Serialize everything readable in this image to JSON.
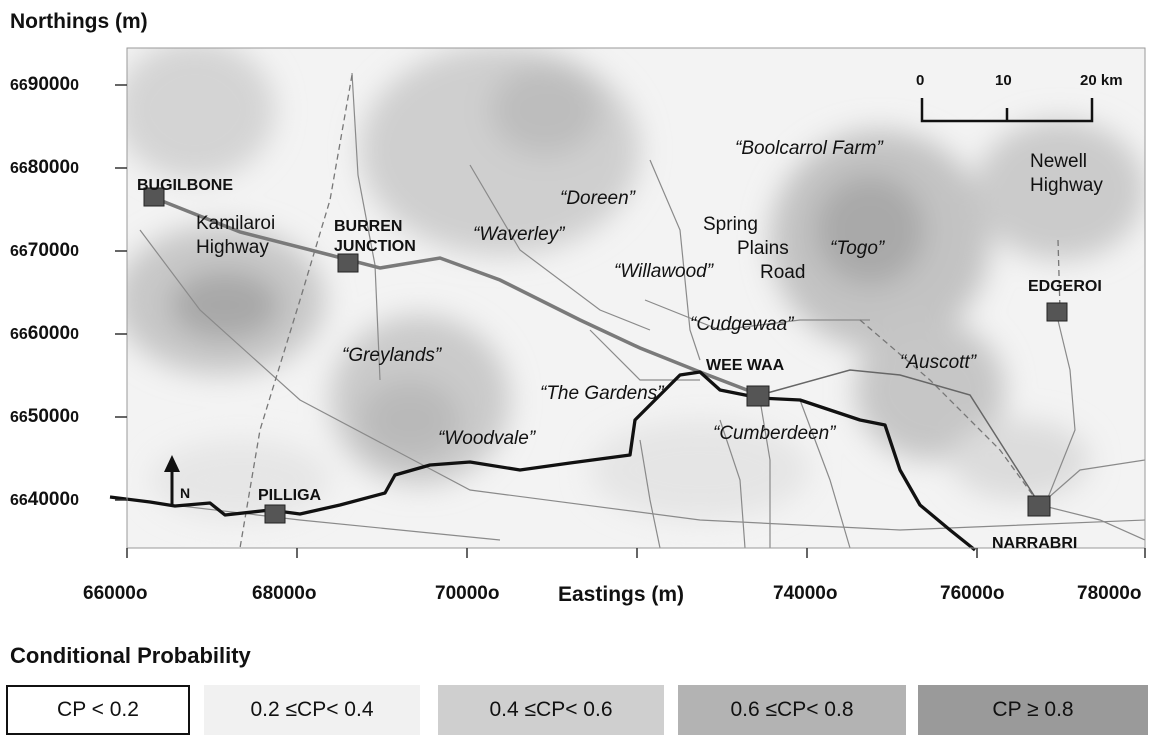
{
  "axes": {
    "y_title": "Northings (m)",
    "x_title": "Eastings (m)",
    "y_ticks": [
      {
        "pre": "66",
        "main": "9000",
        "post": "0"
      },
      {
        "pre": "66",
        "main": "8000",
        "post": "0"
      },
      {
        "pre": "66",
        "main": "7000",
        "post": "0"
      },
      {
        "pre": "66",
        "main": "6000",
        "post": "0"
      },
      {
        "pre": "66",
        "main": "5000",
        "post": "0"
      },
      {
        "pre": "66",
        "main": "4000",
        "post": "0"
      }
    ],
    "x_ticks": [
      "66000o",
      "68000o",
      "70000o",
      "74000o",
      "76000o",
      "78000o"
    ]
  },
  "scale_bar": {
    "labels": [
      "0",
      "10",
      "20 km"
    ]
  },
  "north_arrow": "N",
  "towns": {
    "bugilbone": "BUGILBONE",
    "burren_1": "BURREN",
    "burren_2": "JUNCTION",
    "edgeroi": "EDGEROI",
    "wee_waa": "WEE WAA",
    "pilliga": "PILLIGA",
    "narrabri": "NARRABRI"
  },
  "roads": {
    "kamilaroi_1": "Kamilaroi",
    "kamilaroi_2": "Highway",
    "newell_1": "Newell",
    "newell_2": "Highway",
    "spring_1": "Spring",
    "spring_2": "Plains",
    "spring_3": "Road"
  },
  "places": {
    "boolcarrol": "“Boolcarrol Farm”",
    "doreen": "“Doreen”",
    "waverley": "“Waverley”",
    "willawood": "“Willawood”",
    "togo": "“Togo”",
    "cudgewaa": "“Cudgewaa”",
    "auscott": "“Auscott”",
    "greylands": "“Greylands”",
    "gardens": "“The Gardens”",
    "cumberdeen": "“Cumberdeen”",
    "woodvale": "“Woodvale”"
  },
  "legend": {
    "title": "Conditional Probability",
    "classes": [
      {
        "label": "CP < 0.2",
        "color": "#ffffff"
      },
      {
        "label": "0.2 ≤CP< 0.4",
        "color": "#f1f1f1"
      },
      {
        "label": "0.4 ≤CP< 0.6",
        "color": "#cfcfcf"
      },
      {
        "label": "0.6 ≤CP< 0.8",
        "color": "#b3b3b3"
      },
      {
        "label": "CP ≥ 0.8",
        "color": "#9a9a9a"
      }
    ]
  }
}
